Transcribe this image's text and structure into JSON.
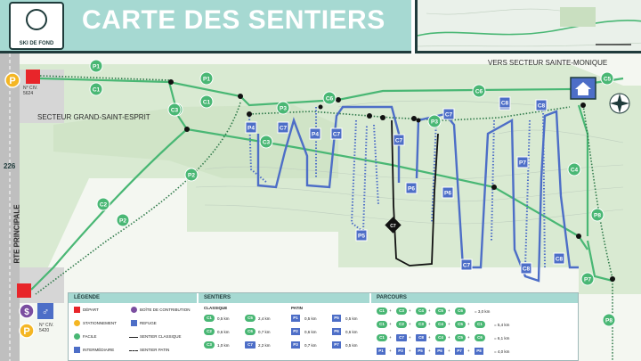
{
  "title": "CARTE DES SENTIERS",
  "logo_text": "SKI DE FOND",
  "labels": {
    "secteur_gse": "SECTEUR GRAND-SAINT-ESPRIT",
    "secteur_sm": "VERS SECTEUR SAINTE-MONIQUE",
    "road": "RTE PRINCIPALE",
    "road_number": "226",
    "civ_top": [
      "N° CIV.",
      "5624"
    ],
    "civ_bottom": [
      "N° CIV.",
      "5420"
    ]
  },
  "trail_markers": {
    "green": [
      "P1",
      "C1",
      "P1",
      "C1",
      "C3",
      "C6",
      "C6",
      "C5",
      "P2",
      "C2",
      "P2",
      "C3",
      "C3",
      "P3",
      "P3",
      "C4",
      "P7",
      "P8",
      "P8"
    ],
    "blue": [
      "P4",
      "C7",
      "P4",
      "C7",
      "C7",
      "P6",
      "P6",
      "C7",
      "C7",
      "C8",
      "C8",
      "P7",
      "C8",
      "C8",
      "C7",
      "P5",
      "C7",
      "C8"
    ],
    "black": [
      "C7"
    ]
  },
  "legend": {
    "headers": [
      "LÉGENDE",
      "SENTIERS",
      "PARCOURS"
    ],
    "items": [
      {
        "label": "DÉPART",
        "color": "#e8252a"
      },
      {
        "label": "STATIONNEMENT",
        "color": "#f4b623"
      },
      {
        "label": "FACILE",
        "color": "#49b774"
      },
      {
        "label": "INTERMÉDIAIRE",
        "color": "#4d6ec7"
      },
      {
        "label": "BOÎTE DE CONTRIBUTION",
        "color": "#7b4ea0"
      },
      {
        "label": "REFUGE",
        "color": "#4d6ec7"
      },
      {
        "label": "SENTIER CLASSIQUE",
        "color": "#222222"
      },
      {
        "label": "SENTIER PATIN",
        "color": "#222222"
      }
    ],
    "sentiers_sub": [
      "CLASSIQUE",
      "PATIN"
    ],
    "sentiers_rows": [
      {
        "a": "C1",
        "akm": "0,5 km",
        "b": "C5",
        "bkm": "2,4 km",
        "c": "P1",
        "ckm": "0,5 km",
        "d": "P5",
        "dkm": "0,5 km"
      },
      {
        "a": "C2",
        "akm": "0,6 km",
        "b": "C6",
        "bkm": "0,7 km",
        "c": "P2",
        "ckm": "0,6 km",
        "d": "P6",
        "dkm": "0,6 km"
      },
      {
        "a": "C3",
        "akm": "1,0 km",
        "b": "C7",
        "bkm": "2,2 km",
        "c": "P3",
        "ckm": "0,7 km",
        "d": "P7",
        "dkm": "0,5 km"
      }
    ],
    "parcours_rows": [
      {
        "seq": [
          "C1",
          "C3",
          "C4",
          "C5",
          "C6"
        ],
        "km": "3,0 km"
      },
      {
        "seq": [
          "C1",
          "C2",
          "C3",
          "C4",
          "C5",
          "C1"
        ],
        "km": "5,4 km"
      },
      {
        "seq": [
          "C1",
          "C7",
          "C8",
          "C4",
          "C5",
          "C6"
        ],
        "km": "6,1 km"
      },
      {
        "seq": [
          "P1",
          "P3",
          "P5",
          "P6",
          "P7",
          "P8"
        ],
        "km": "4,0 km"
      }
    ]
  },
  "colors": {
    "green": "#49b774",
    "blue": "#4d6ec7",
    "header": "#a6d9d2",
    "land": "#dbe9d4",
    "road": "#bfbfbf"
  }
}
